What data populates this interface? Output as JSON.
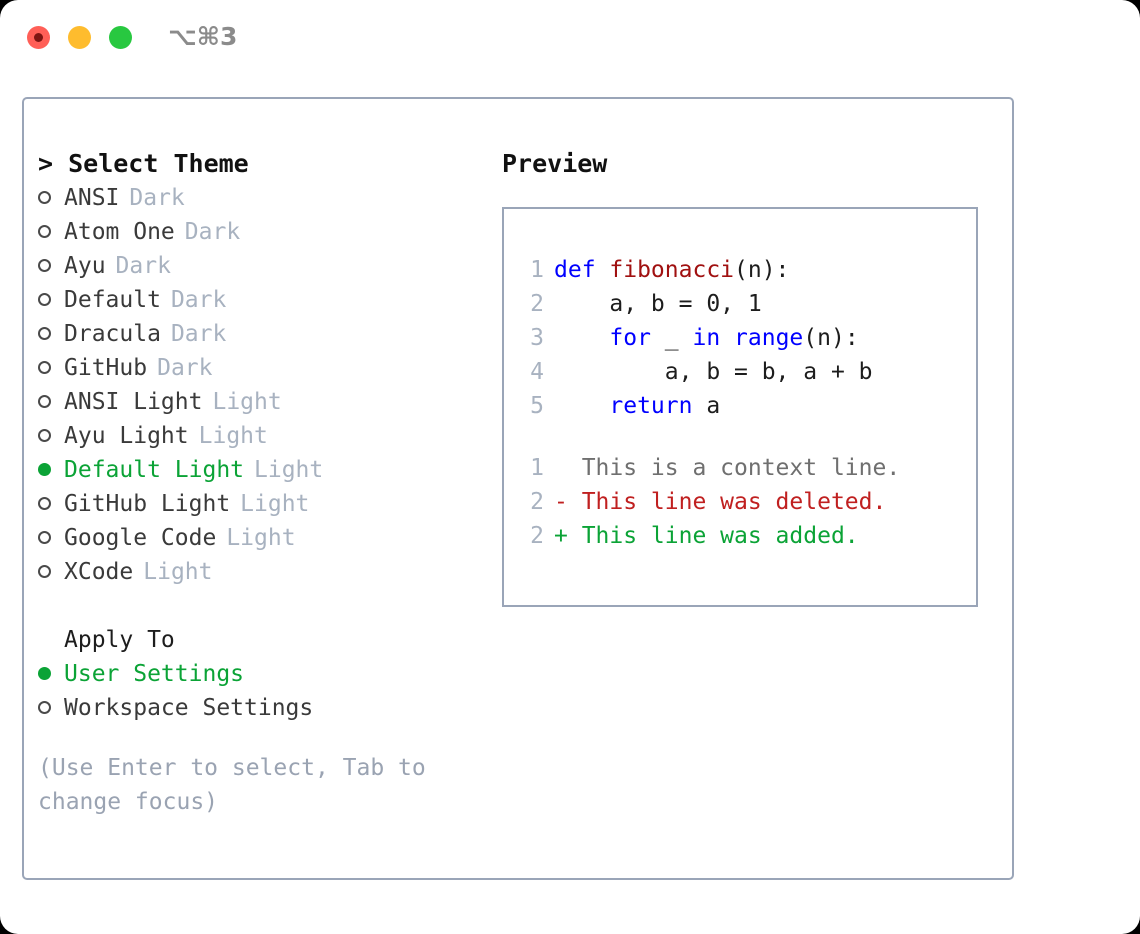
{
  "titlebar": {
    "shortcut": "⌥⌘3",
    "buttons": [
      {
        "name": "close",
        "color": "#ff5f57"
      },
      {
        "name": "minimize",
        "color": "#febc2e"
      },
      {
        "name": "maximize",
        "color": "#28c840"
      }
    ]
  },
  "theme_picker": {
    "header": "> Select Theme",
    "options": [
      {
        "marker": "o",
        "label": "ANSI",
        "kind": "Dark",
        "selected": false
      },
      {
        "marker": "o",
        "label": "Atom One",
        "kind": "Dark",
        "selected": false
      },
      {
        "marker": "o",
        "label": "Ayu",
        "kind": "Dark",
        "selected": false
      },
      {
        "marker": "o",
        "label": "Default",
        "kind": "Dark",
        "selected": false
      },
      {
        "marker": "o",
        "label": "Dracula",
        "kind": "Dark",
        "selected": false
      },
      {
        "marker": "o",
        "label": "GitHub",
        "kind": "Dark",
        "selected": false
      },
      {
        "marker": "o",
        "label": "ANSI Light",
        "kind": "Light",
        "selected": false
      },
      {
        "marker": "o",
        "label": "Ayu Light",
        "kind": "Light",
        "selected": false
      },
      {
        "marker": "*",
        "label": "Default Light",
        "kind": "Light",
        "selected": true
      },
      {
        "marker": "o",
        "label": "GitHub Light",
        "kind": "Light",
        "selected": false
      },
      {
        "marker": "o",
        "label": "Google Code",
        "kind": "Light",
        "selected": false
      },
      {
        "marker": "o",
        "label": "XCode",
        "kind": "Light",
        "selected": false
      }
    ]
  },
  "apply_to": {
    "header": "Apply To",
    "options": [
      {
        "marker": "*",
        "label": "User Settings",
        "selected": true
      },
      {
        "marker": "o",
        "label": "Workspace Settings",
        "selected": false
      }
    ]
  },
  "hint": "(Use Enter to select, Tab to change focus)",
  "preview": {
    "title": "Preview",
    "code_lines": [
      {
        "no": "1",
        "tokens": [
          {
            "t": "def ",
            "c": "kw"
          },
          {
            "t": "fibonacci",
            "c": "fn"
          },
          {
            "t": "(n):",
            "c": "pl"
          }
        ]
      },
      {
        "no": "2",
        "tokens": [
          {
            "t": "    a, b = 0, 1",
            "c": "pl"
          }
        ]
      },
      {
        "no": "3",
        "tokens": [
          {
            "t": "    ",
            "c": "pl"
          },
          {
            "t": "for",
            "c": "kw"
          },
          {
            "t": " _ ",
            "c": "pl"
          },
          {
            "t": "in",
            "c": "kw"
          },
          {
            "t": " ",
            "c": "pl"
          },
          {
            "t": "range",
            "c": "kw"
          },
          {
            "t": "(n):",
            "c": "pl"
          }
        ]
      },
      {
        "no": "4",
        "tokens": [
          {
            "t": "        a, b = b, a + b",
            "c": "pl"
          }
        ]
      },
      {
        "no": "5",
        "tokens": [
          {
            "t": "    ",
            "c": "pl"
          },
          {
            "t": "return",
            "c": "kw"
          },
          {
            "t": " a",
            "c": "pl"
          }
        ]
      }
    ],
    "diff_lines": [
      {
        "no": "1",
        "text": "  This is a context line.",
        "c": "ctx"
      },
      {
        "no": "2",
        "text": "- This line was deleted.",
        "c": "del"
      },
      {
        "no": "2",
        "text": "+ This line was added.",
        "c": "add"
      }
    ]
  },
  "colors": {
    "accent_green": "#0ba336",
    "muted": "#a8b2c0",
    "border": "#9aa5b8",
    "keyword_blue": "#0000ff",
    "function_red": "#a01010",
    "diff_delete": "#c02020",
    "diff_add": "#0ba336"
  }
}
